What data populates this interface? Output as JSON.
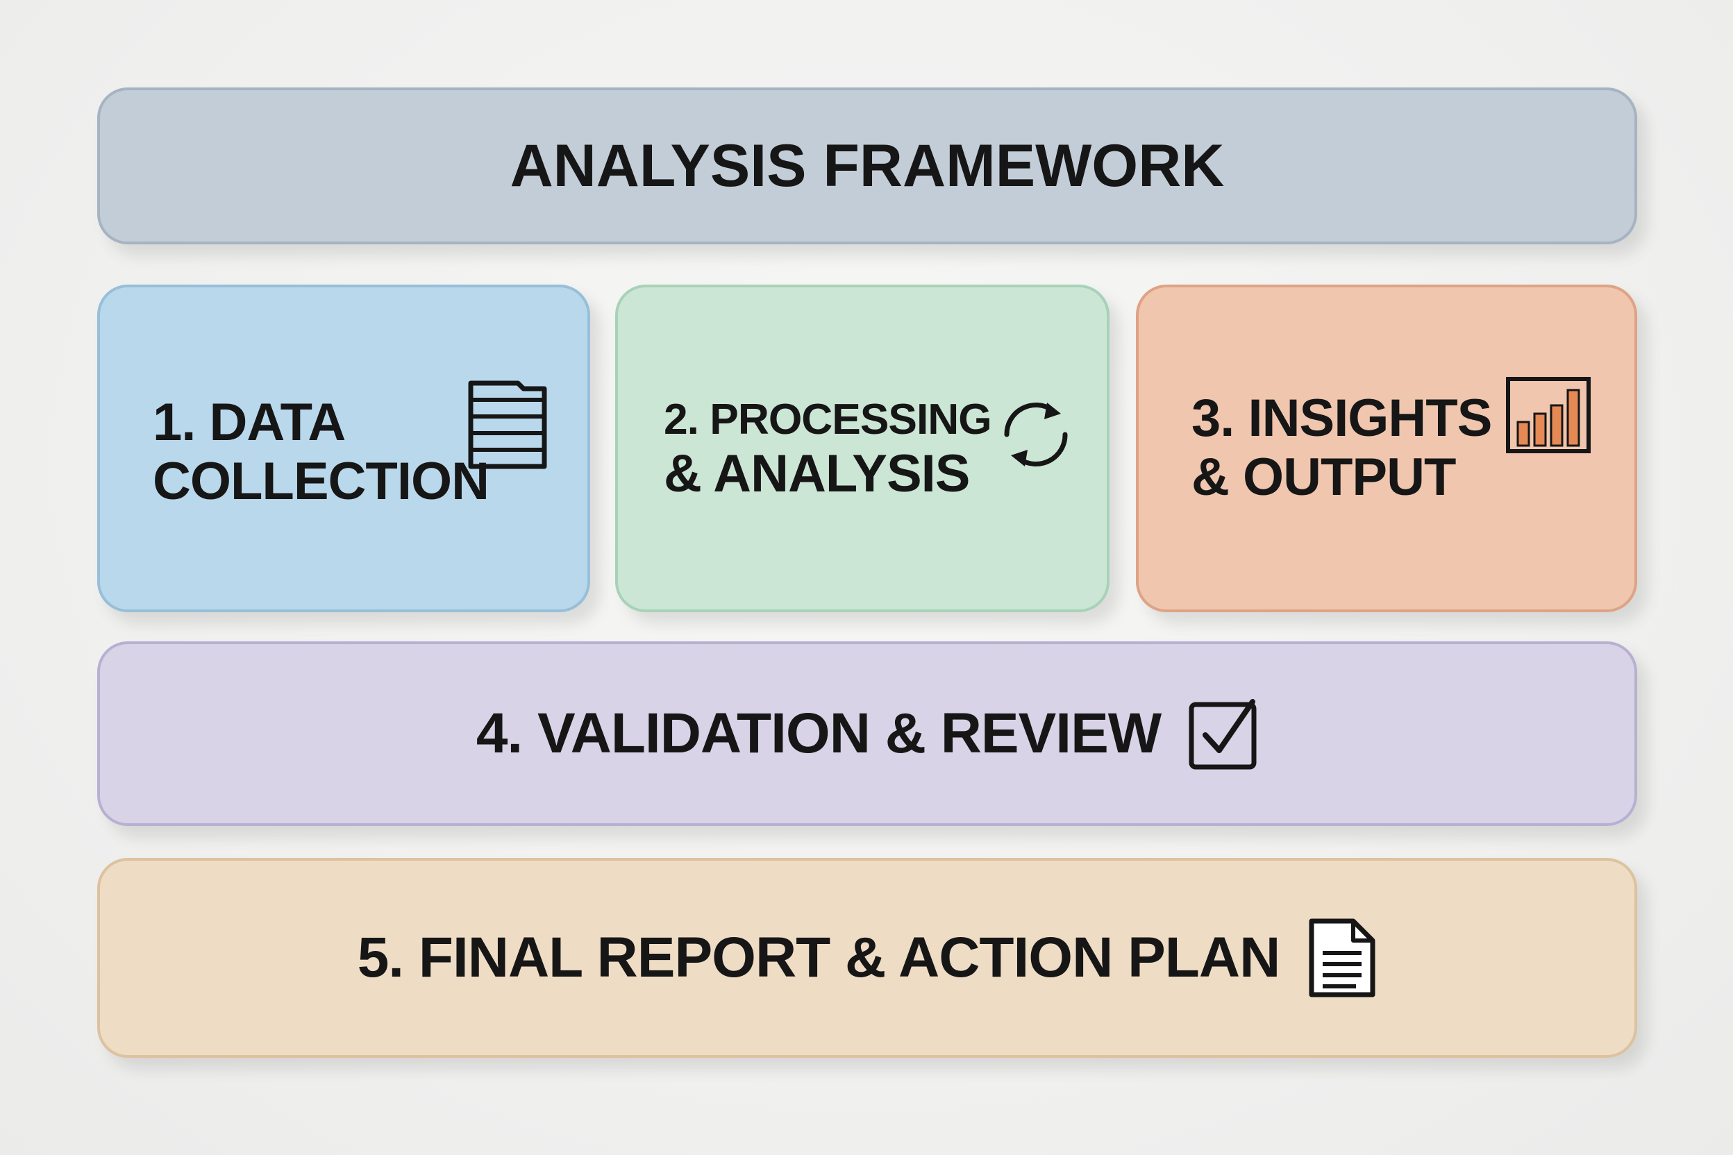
{
  "header": {
    "title": "ANALYSIS FRAMEWORK"
  },
  "phases": [
    {
      "line1": "1. DATA",
      "line2": "COLLECTION",
      "icon": "data-table-icon",
      "color": "#b9d8ec"
    },
    {
      "line1": "2. PROCESSING",
      "line2": "& ANALYSIS",
      "icon": "refresh-cycle-icon",
      "color": "#cce6d6"
    },
    {
      "line1": "3. INSIGHTS",
      "line2": "& OUTPUT",
      "icon": "bar-chart-icon",
      "color": "#f1c6ae"
    }
  ],
  "review": {
    "label": "4. VALIDATION & REVIEW",
    "icon": "checkbox-checked-icon",
    "color": "#d8d3e6"
  },
  "report": {
    "label": "5. FINAL REPORT & ACTION PLAN",
    "icon": "document-icon",
    "color": "#efdcc4"
  },
  "colors": {
    "header": "#c2cdd8",
    "chart_bars": "#e58a55"
  }
}
